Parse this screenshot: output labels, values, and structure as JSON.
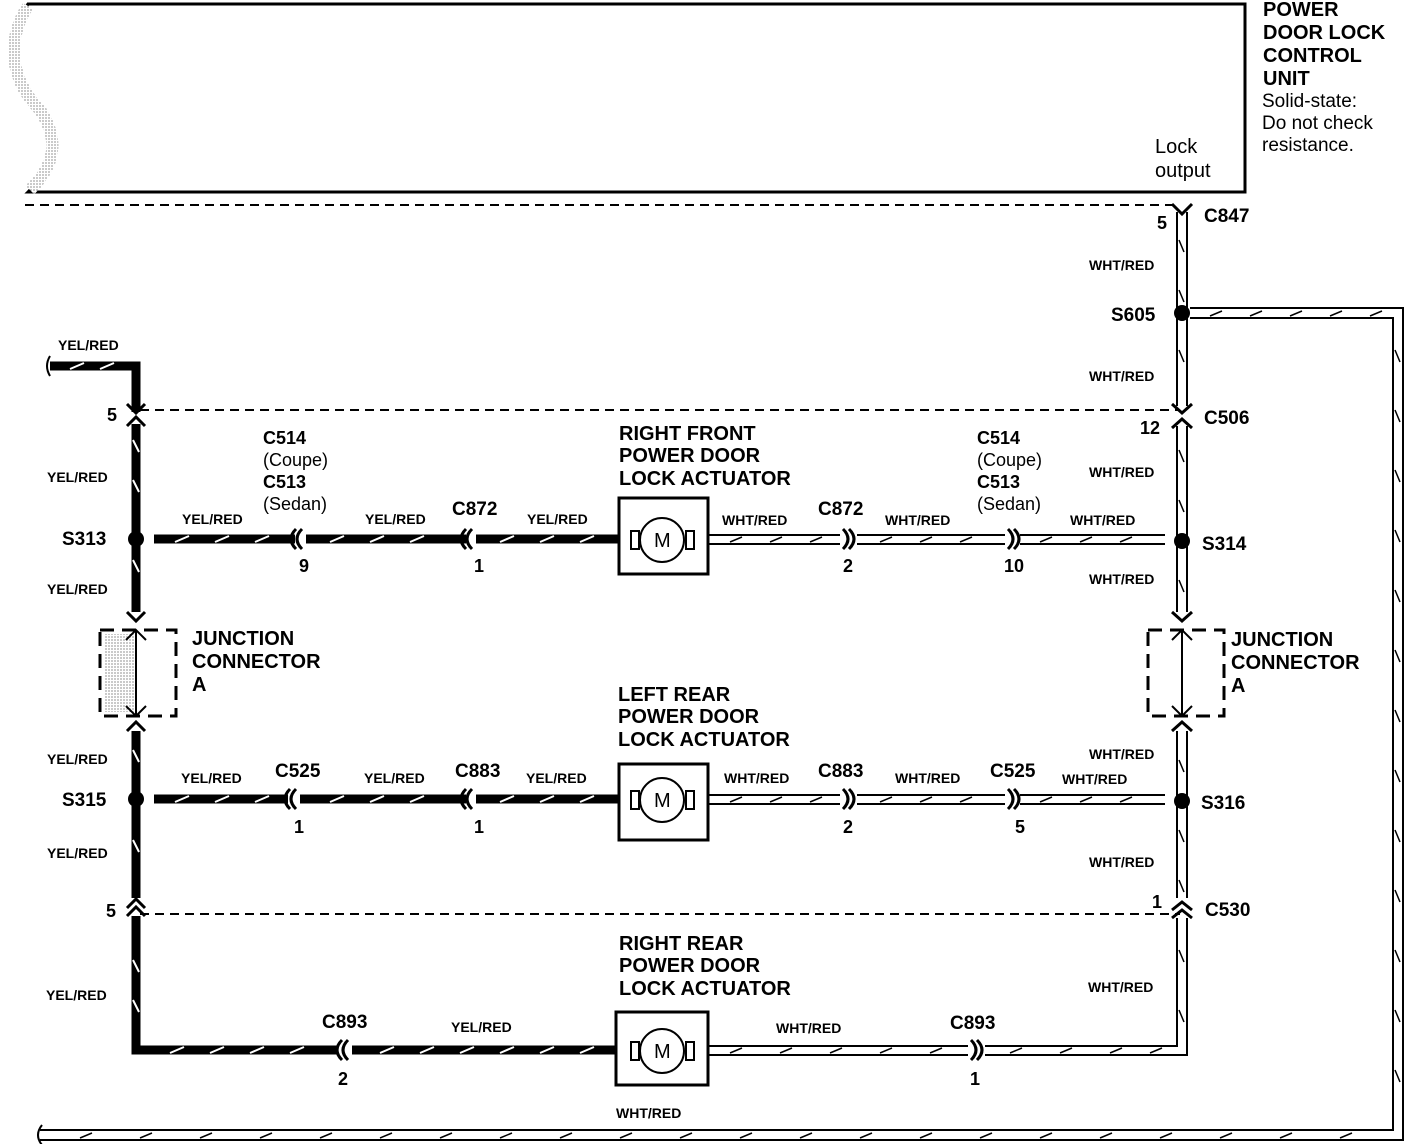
{
  "control_unit": {
    "title_lines": [
      "POWER",
      "DOOR LOCK",
      "CONTROL",
      "UNIT"
    ],
    "note_lines": [
      "Solid-state:",
      "Do not check",
      "resistance."
    ],
    "output_lines": [
      "Lock",
      "output"
    ]
  },
  "wire_colors": {
    "yel_red": "YEL/RED",
    "wht_red": "WHT/RED"
  },
  "splices": {
    "s605": "S605",
    "s313": "S313",
    "s314": "S314",
    "s315": "S315",
    "s316": "S316"
  },
  "connectors": {
    "c847": "C847",
    "c847_pin": "5",
    "c506": "C506",
    "c506_pin_left": "5",
    "c506_pin_right": "12",
    "c530": "C530",
    "c530_pin_left": "5",
    "c530_pin_right": "1",
    "row1_left": {
      "lines": [
        "C514",
        "(Coupe)",
        "C513",
        "(Sedan)"
      ],
      "pin": "9"
    },
    "row1_c872_left": {
      "name": "C872",
      "pin": "1"
    },
    "row1_c872_right": {
      "name": "C872",
      "pin": "2"
    },
    "row1_right": {
      "lines": [
        "C514",
        "(Coupe)",
        "C513",
        "(Sedan)"
      ],
      "pin": "10"
    },
    "row2_c525_left": {
      "name": "C525",
      "pin": "1"
    },
    "row2_c883_left": {
      "name": "C883",
      "pin": "1"
    },
    "row2_c883_right": {
      "name": "C883",
      "pin": "2"
    },
    "row2_c525_right": {
      "name": "C525",
      "pin": "5"
    },
    "row3_c893_left": {
      "name": "C893",
      "pin": "2"
    },
    "row3_c893_right": {
      "name": "C893",
      "pin": "1"
    }
  },
  "junction_connector": {
    "lines": [
      "JUNCTION",
      "CONNECTOR",
      "A"
    ]
  },
  "actuators": {
    "right_front": [
      "RIGHT FRONT",
      "POWER DOOR",
      "LOCK ACTUATOR"
    ],
    "left_rear": [
      "LEFT REAR",
      "POWER DOOR",
      "LOCK ACTUATOR"
    ],
    "right_rear": [
      "RIGHT REAR",
      "POWER DOOR",
      "LOCK ACTUATOR"
    ],
    "motor_symbol": "M"
  }
}
